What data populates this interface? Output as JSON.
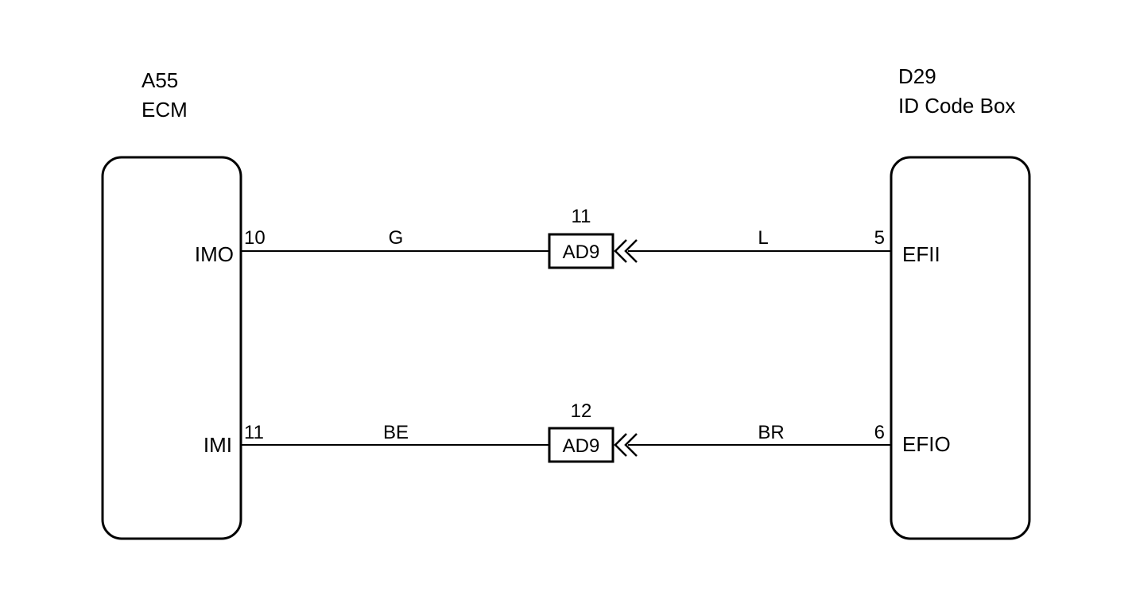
{
  "components": {
    "left": {
      "code": "A55",
      "name": "ECM"
    },
    "right": {
      "code": "D29",
      "name": "ID Code Box"
    }
  },
  "circuits": [
    {
      "left_terminal": "IMO",
      "left_pin": "10",
      "left_wire_color": "G",
      "connector": "AD9",
      "connector_pin": "11",
      "right_wire_color": "L",
      "right_pin": "5",
      "right_terminal": "EFII"
    },
    {
      "left_terminal": "IMI",
      "left_pin": "11",
      "left_wire_color": "BE",
      "connector": "AD9",
      "connector_pin": "12",
      "right_wire_color": "BR",
      "right_pin": "6",
      "right_terminal": "EFIO"
    }
  ]
}
